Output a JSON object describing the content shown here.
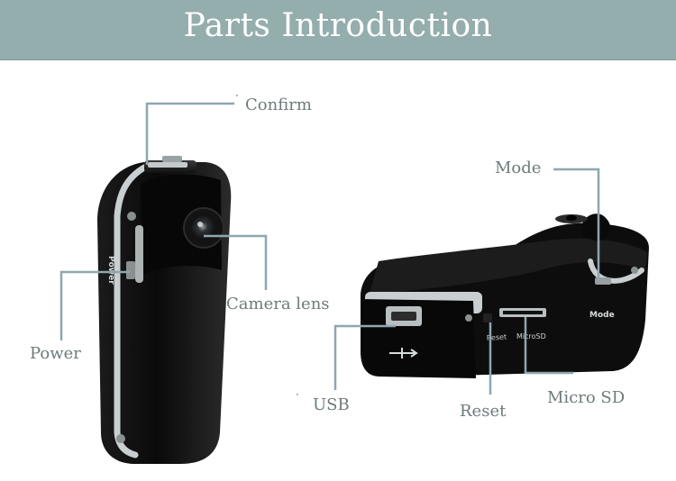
{
  "header": {
    "title": "Parts Introduction"
  },
  "colors": {
    "banner": "#94adad",
    "leader": "#8fa6b0",
    "label_text": "#6f7a7a",
    "device_body": "#0d0d0d",
    "device_trim": "#c9cfd0"
  },
  "left_device": {
    "printed_text": {
      "power": "Power"
    },
    "callouts": {
      "confirm": "Confirm",
      "camera_lens": "Camera lens",
      "power": "Power"
    }
  },
  "right_device": {
    "printed_text": {
      "mode": "Mode",
      "reset": "Reset",
      "microsd": "MicroSD"
    },
    "callouts": {
      "mode": "Mode",
      "usb": "USB",
      "reset": "Reset",
      "micro_sd": "Micro SD"
    }
  }
}
